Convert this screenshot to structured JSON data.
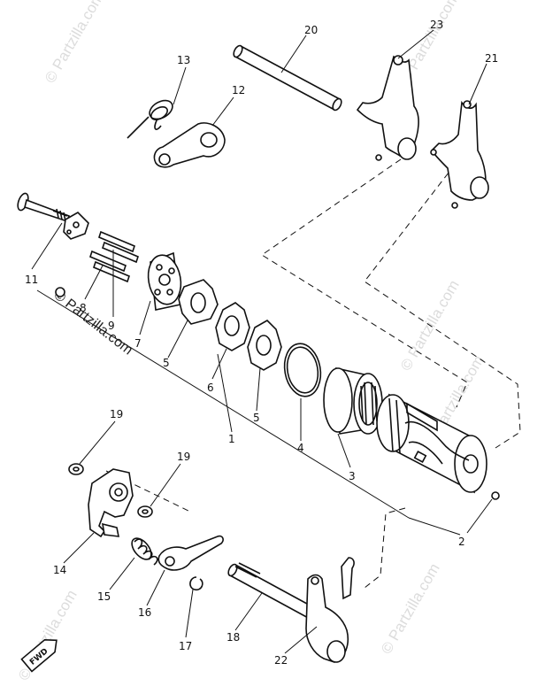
{
  "watermark": "© Partzilla.com",
  "fwd_badge": "FWD",
  "labels": {
    "p1": "1",
    "p2": "2",
    "p3": "3",
    "p4": "4",
    "p5a": "5",
    "p5b": "5",
    "p6": "6",
    "p7": "7",
    "p8": "8",
    "p9": "9",
    "p11": "11",
    "p12": "12",
    "p13": "13",
    "p14": "14",
    "p15": "15",
    "p16": "16",
    "p17": "17",
    "p18": "18",
    "p19a": "19",
    "p19b": "19",
    "p20": "20",
    "p21": "21",
    "p22": "22",
    "p23": "23"
  }
}
